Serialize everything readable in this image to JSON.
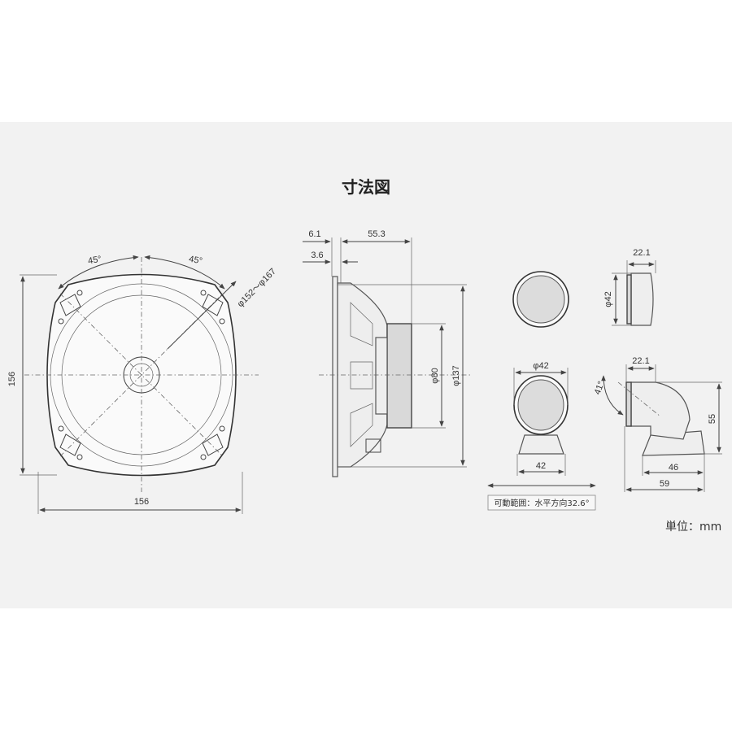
{
  "title": "寸法図",
  "unit_label": "単位：mm",
  "front_view": {
    "angle_left": "45°",
    "angle_right": "45°",
    "mount_diameter": "φ152～φ167",
    "height": "156",
    "width": "156"
  },
  "side_view": {
    "dim_top": "6.1",
    "dim_depth": "55.3",
    "dim_flange": "3.6",
    "magnet_diameter": "φ80",
    "overall_diameter": "φ137"
  },
  "tweeter": {
    "side_depth": "22.1",
    "face_diameter": "φ42",
    "stand_diameter": "φ42",
    "stand_base": "42",
    "swivel_note": "可動範囲：水平方向32.6°",
    "angled_depth": "22.1",
    "tilt_angle": "41°",
    "angled_height": "55",
    "base_46": "46",
    "base_59": "59"
  }
}
